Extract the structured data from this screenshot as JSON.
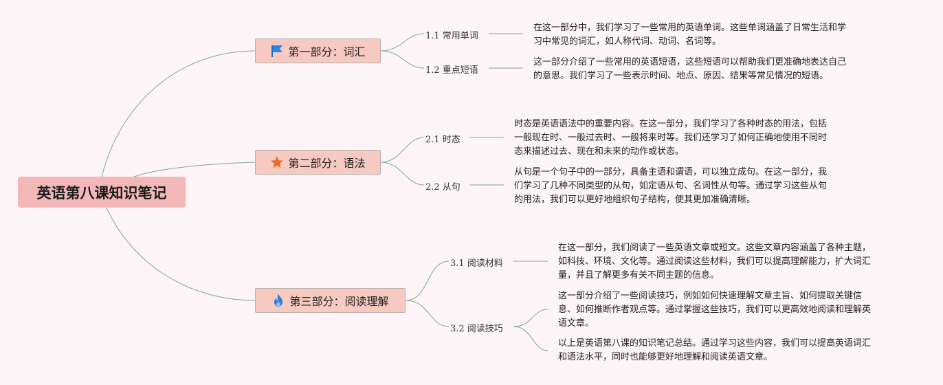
{
  "title": "英语第八课知识笔记",
  "colors": {
    "root_bg": "#f2b8b8",
    "section_bg": "#f6c9c1",
    "line": "#7aa88f",
    "background": "#fcf4f6"
  },
  "sections": [
    {
      "label": "第一部分：词汇",
      "icon": "flag-icon",
      "children": [
        {
          "label": "1.1 常用单词",
          "text": [
            "在这一部分中，我们学习了一些常用的英语单词。这些单词涵盖了日常生活和学",
            "习中常见的词汇，如人称代词、动词、名词等。"
          ]
        },
        {
          "label": "1.2 重点短语",
          "text": [
            "这一部分介绍了一些常用的英语短语，这些短语可以帮助我们更准确地表达自己",
            "的意思。我们学习了一些表示时间、地点、原因、结果等常见情况的短语。"
          ]
        }
      ]
    },
    {
      "label": "第二部分：语法",
      "icon": "star-icon",
      "children": [
        {
          "label": "2.1 时态",
          "text": [
            "时态是英语语法中的重要内容。在这一部分，我们学习了各种时态的用法，包括",
            "一般现在时、一般过去时、一般将来时等。我们还学习了如何正确地使用不同时",
            "态来描述过去、现在和未来的动作或状态。"
          ]
        },
        {
          "label": "2.2 从句",
          "text": [
            "从句是一个句子中的一部分，具备主语和谓语，可以独立成句。在这一部分，我",
            "们学习了几种不同类型的从句，如定语从句、名词性从句等。通过学习这些从句",
            "的用法，我们可以更好地组织句子结构，使其更加准确清晰。"
          ]
        }
      ]
    },
    {
      "label": "第三部分：阅读理解",
      "icon": "fire-icon",
      "children": [
        {
          "label": "3.1 阅读材料",
          "text": [
            "在这一部分，我们阅读了一些英语文章或短文。这些文章内容涵盖了各种主题，",
            "如科技、环境、文化等。通过阅读这些材料，我们可以提高理解能力，扩大词汇",
            "量，并且了解更多有关不同主题的信息。"
          ]
        },
        {
          "label": "3.2 阅读技巧",
          "text": [
            "这一部分介绍了一些阅读技巧，例如如何快速理解文章主旨、如何提取关键信",
            "息、如何推断作者观点等。通过掌握这些技巧，我们可以更高效地阅读和理解英",
            "语文章。"
          ]
        }
      ],
      "extra": [
        "以上是英语第八课的知识笔记总结。通过学习这些内容，我们可以提高英语词汇",
        "和语法水平，同时也能够更好地理解和阅读英语文章。"
      ]
    }
  ]
}
